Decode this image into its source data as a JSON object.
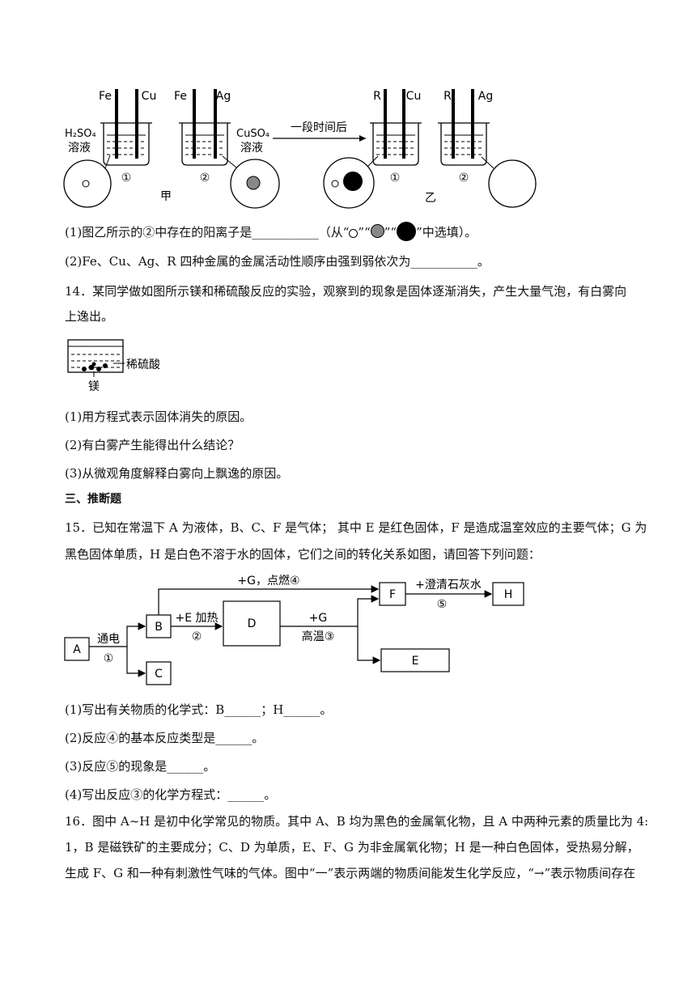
{
  "fig13": {
    "jia": {
      "beaker1_metals": [
        "Fe",
        "Cu"
      ],
      "beaker2_metals": [
        "Fe",
        "Ag"
      ],
      "solution1": "H₂SO₄",
      "solution1_word": "溶液",
      "solution2": "CuSO₄",
      "solution2_word": "溶液",
      "label1": "①",
      "label2": "②",
      "caption": "甲"
    },
    "arrow_label": "一段时间后",
    "yi": {
      "beaker1_metals": [
        "R",
        "Cu"
      ],
      "beaker2_metals": [
        "R",
        "Ag"
      ],
      "label1": "①",
      "label2": "②",
      "caption": "乙"
    }
  },
  "q13": {
    "p1_a": "(1)图乙所示的②中存在的阳离子是___________（从“",
    "p1_b": "”“",
    "p1_c": "”“",
    "p1_d": "”中选填）。",
    "p2": "(2)Fe、Cu、Ag、R 四种金属的金属活动性顺序由强到弱依次为___________。"
  },
  "q14": {
    "stem1": "14．某同学做如图所示镁和稀硫酸反应的实验，观察到的现象是固体逐渐消失，产生大量气泡，有白雾向",
    "stem2": "上逸出。",
    "fig_acid": "稀硫酸",
    "fig_mg": "镁",
    "p1": "(1)用方程式表示固体消失的原因。",
    "p2": "(2)有白雾产生能得出什么结论？",
    "p3": "(3)从微观角度解释白雾向上飘逸的原因。"
  },
  "section3": "三、推断题",
  "q15": {
    "stem1": "15．已知在常温下 A 为液体，B、C、F 是气体；  其中 E 是红色固体，F 是造成温室效应的主要气体；G 为",
    "stem2": "黑色固体单质，H 是白色不溶于水的固体，它们之间的转化关系如图，请回答下列问题：",
    "diagram": {
      "A": "A",
      "B": "B",
      "C": "C",
      "D": "D",
      "E": "E",
      "F": "F",
      "H": "H",
      "r1_top": "通电",
      "r1_num": "①",
      "r2_top": "+E 加热",
      "r2_num": "②",
      "r3_top": "+G",
      "r3_bot": "高温③",
      "r4": "+G，点燃④",
      "r5_top": "+澄清石灰水",
      "r5_num": "⑤"
    },
    "p1": "(1)写出有关物质的化学式：B______；H______。",
    "p2": "(2)反应④的基本反应类型是______。",
    "p3": "(3)反应⑤的现象是______。",
    "p4": "(4)写出反应③的化学方程式：______。"
  },
  "q16": {
    "line1": "16．图中 A~H 是初中化学常见的物质。其中 A、B 均为黑色的金属氧化物，且 A 中两种元素的质量比为 4:",
    "line2": "1，B 是磁铁矿的主要成分；C、D 为单质，E、F、G 为非金属氧化物；H 是一种白色固体，受热易分解，",
    "line3": "生成 F、G 和一种有刺激性气味的气体。图中“一”表示两端的物质间能发生化学反应，“→”表示物质间存在"
  }
}
